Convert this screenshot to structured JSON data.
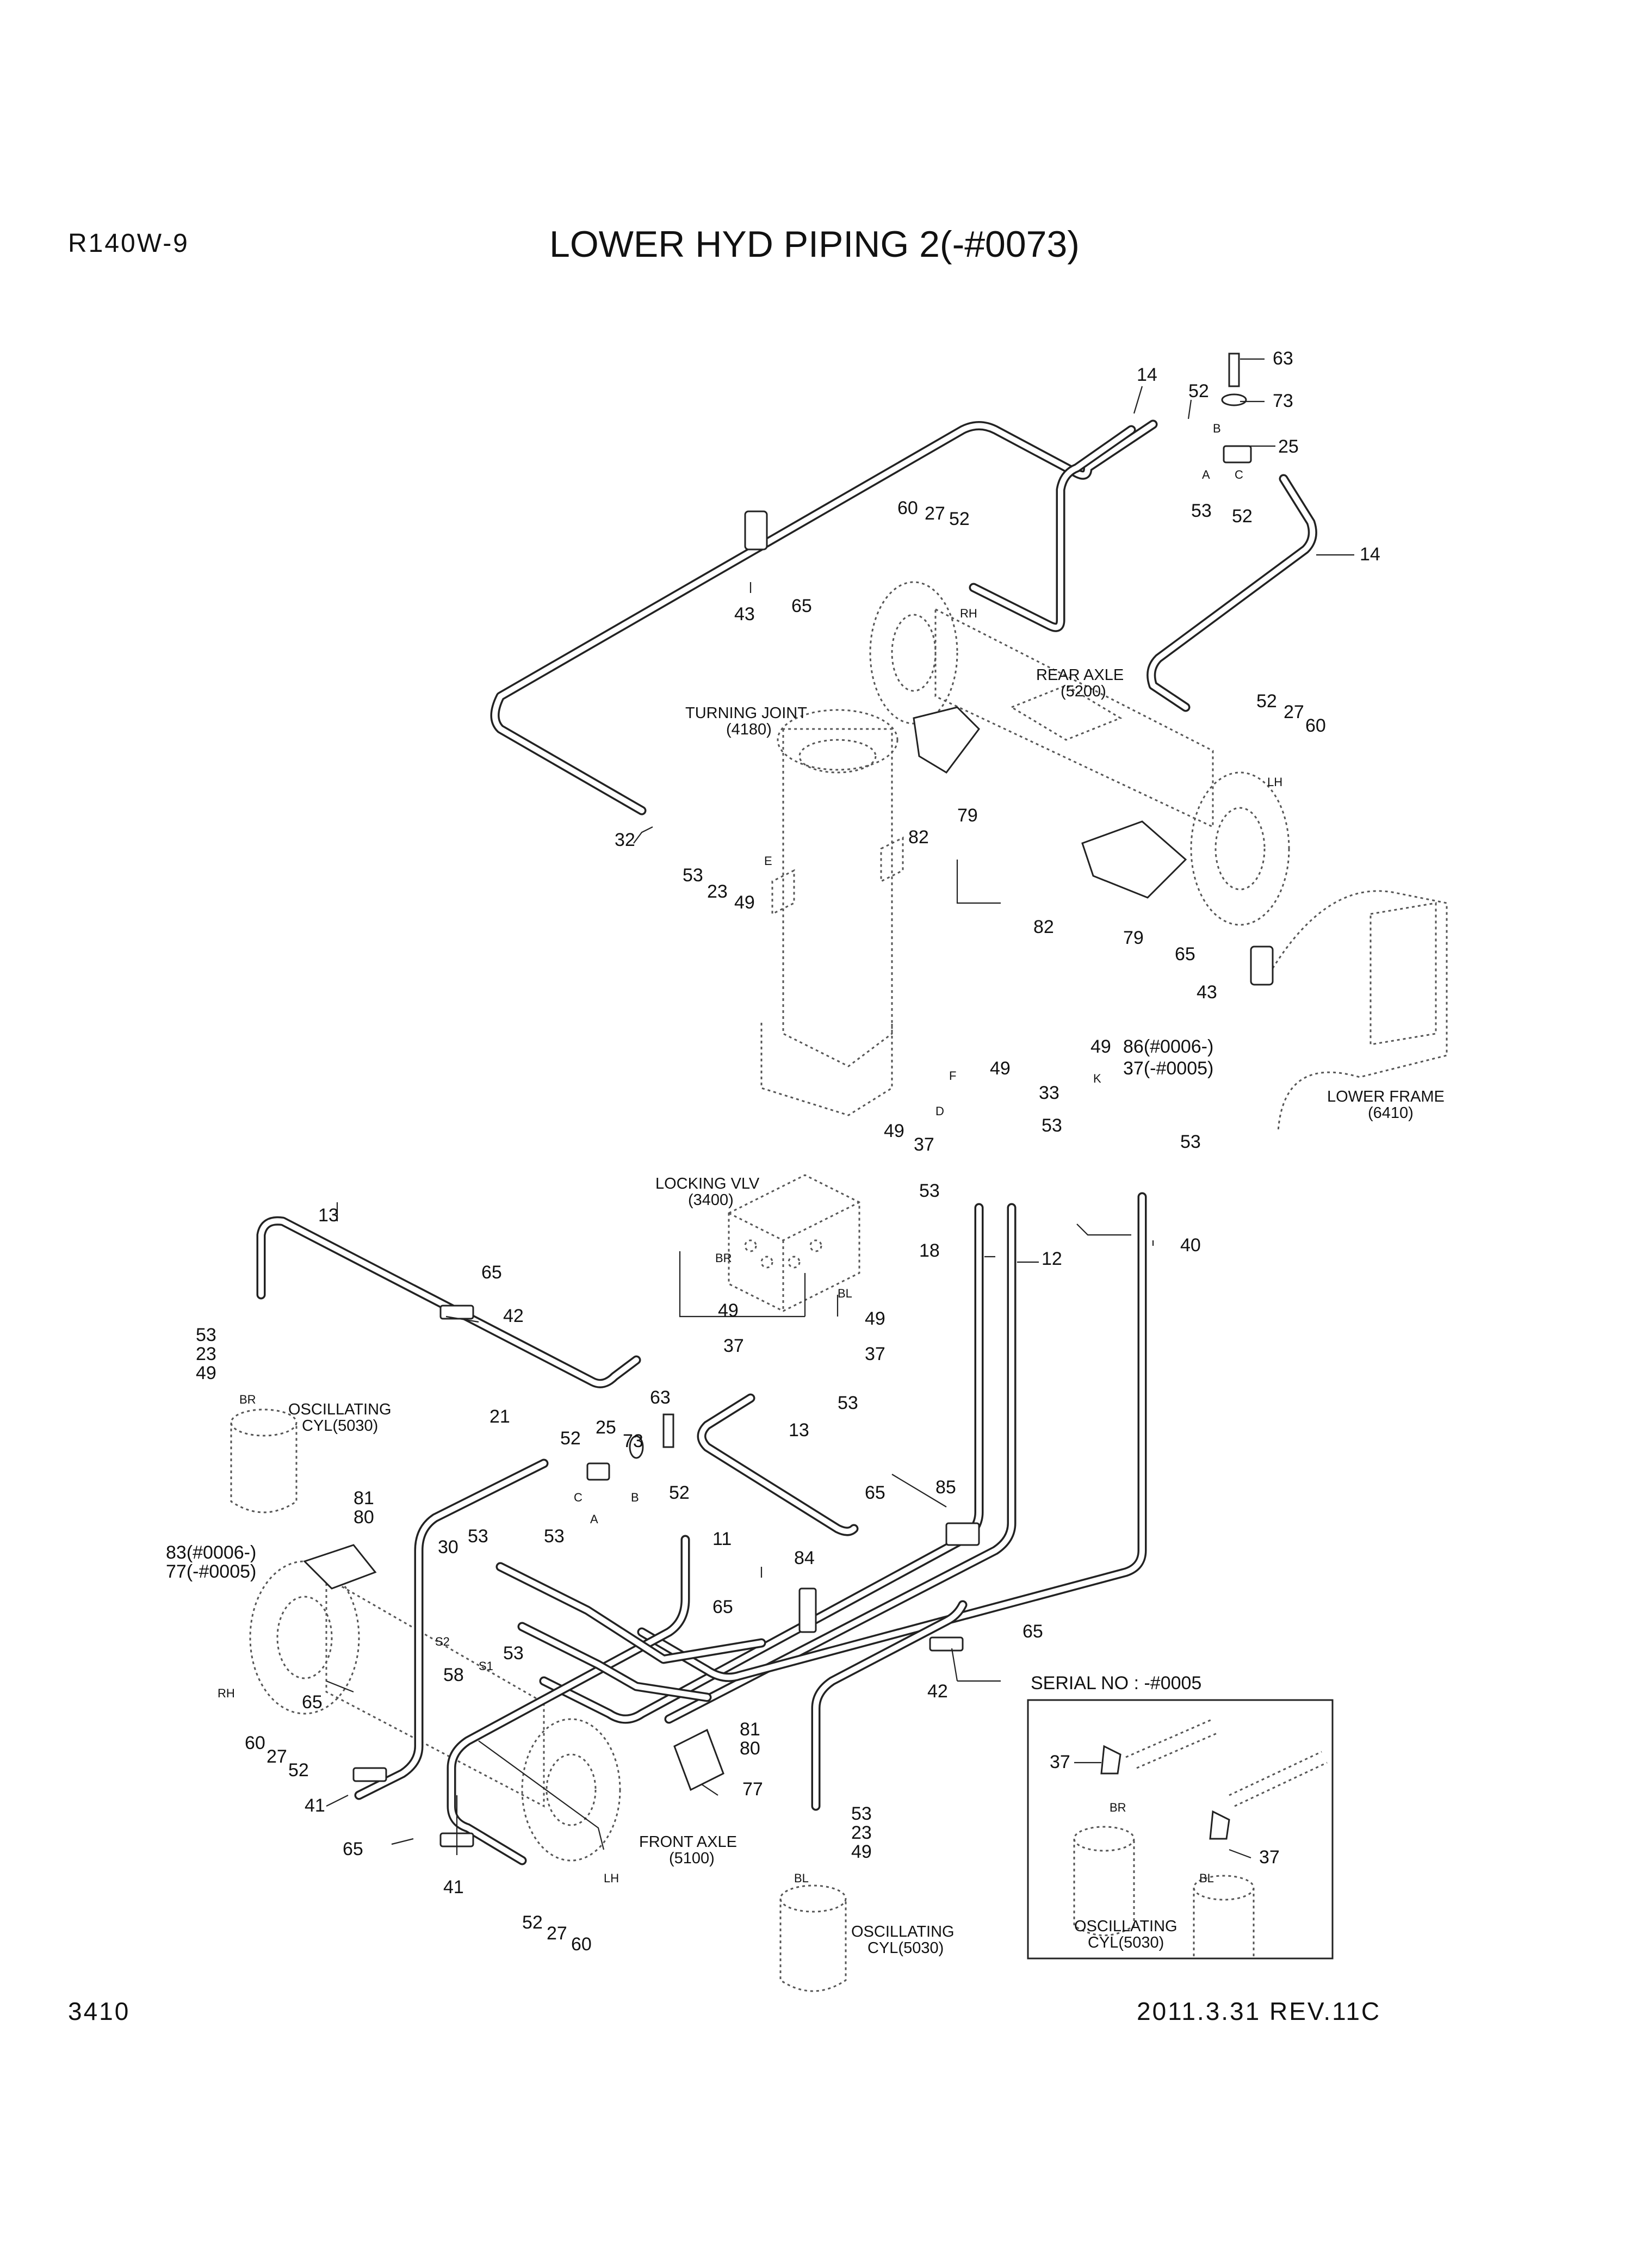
{
  "header": {
    "model": "R140W-9",
    "title": "LOWER HYD PIPING 2(-#0073)"
  },
  "footer": {
    "page_number": "3410",
    "revision": "2011.3.31 REV.11C"
  },
  "components": {
    "turning_joint": [
      "TURNING JOINT",
      "(4180)"
    ],
    "rear_axle": [
      "REAR AXLE",
      "(5200)"
    ],
    "lower_frame": [
      "LOWER FRAME",
      "(6410)"
    ],
    "locking_vlv": [
      "LOCKING VLV",
      "(3400)"
    ],
    "oscillating_cyl_left": [
      "OSCILLATING",
      "CYL(5030)"
    ],
    "oscillating_cyl_bottom": [
      "OSCILLATING",
      "CYL(5030)"
    ],
    "front_axle": [
      "FRONT AXLE",
      "(5100)"
    ]
  },
  "inset": {
    "title": "SERIAL NO : -#0005",
    "labels": [
      "37",
      "BR",
      "37",
      "BL"
    ],
    "component": [
      "OSCILLATING",
      "CYL(5030)"
    ]
  },
  "callouts": [
    "63",
    "73",
    "14",
    "52",
    "25",
    "52",
    "53",
    "14",
    "60",
    "27",
    "52",
    "43",
    "65",
    "52",
    "27",
    "60",
    "32",
    "53",
    "23",
    "49",
    "82",
    "79",
    "82",
    "79",
    "65",
    "43",
    "49",
    "86(#0006-)",
    "37(-#0005)",
    "49",
    "33",
    "53",
    "49",
    "37",
    "53",
    "53",
    "18",
    "12",
    "40",
    "13",
    "65",
    "42",
    "53",
    "23",
    "49",
    "49",
    "37",
    "49",
    "37",
    "53",
    "13",
    "21",
    "52",
    "25",
    "73",
    "63",
    "52",
    "53",
    "11",
    "65",
    "85",
    "84",
    "65",
    "81",
    "80",
    "83(#0006-)",
    "77(-#0005)",
    "30",
    "53",
    "53",
    "58",
    "65",
    "42",
    "60",
    "27",
    "52",
    "65",
    "41",
    "81",
    "80",
    "77",
    "53",
    "23",
    "49",
    "65",
    "41",
    "52",
    "27",
    "60"
  ],
  "ports": [
    "B",
    "A",
    "C",
    "RH",
    "LH",
    "E",
    "F",
    "D",
    "K",
    "BR",
    "BL",
    "C",
    "B",
    "A",
    "S2",
    "S1",
    "RH",
    "LH",
    "BL"
  ]
}
